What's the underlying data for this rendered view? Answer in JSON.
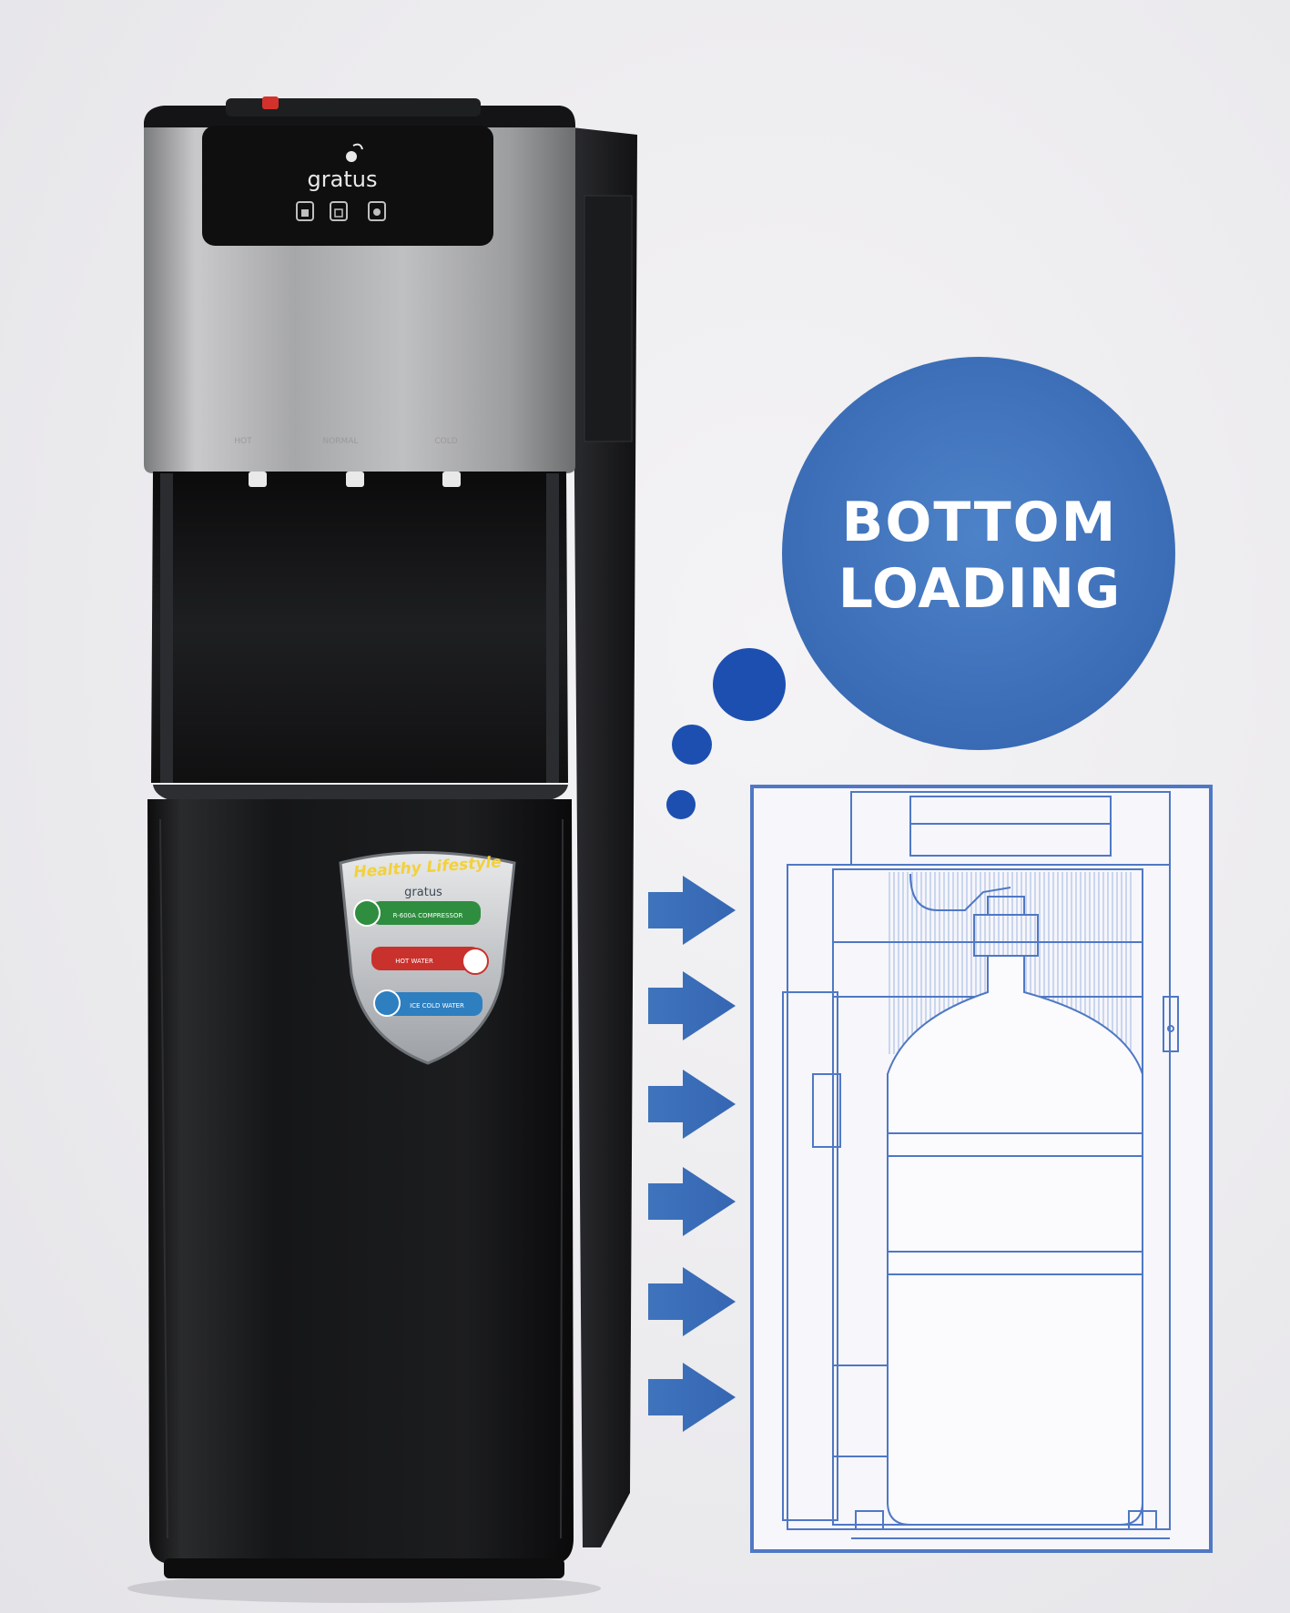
{
  "callout": {
    "line1": "BOTTOM",
    "line2": "LOADING"
  },
  "dispenser": {
    "brand": "gratus",
    "tap_labels": [
      "HOT",
      "NORMAL",
      "COLD"
    ]
  },
  "badge": {
    "title": "Healthy Lifestyle",
    "brand": "gratus",
    "features": [
      "R-600A COMPRESSOR",
      "HOT WATER",
      "ICE COLD WATER"
    ]
  },
  "colors": {
    "accent_blue": "#3f74bd",
    "bubble_blue": "#1d4fb0",
    "blueprint_line": "#4f78c4",
    "cabinet": "#1b1c1e",
    "steel": "#9a9a9a"
  },
  "icons": [
    "arrow-right-icon",
    "hot-water-icon",
    "normal-water-icon",
    "cold-water-icon",
    "snowflake-icon",
    "water-drop-icon",
    "logo-leaf-icon"
  ]
}
